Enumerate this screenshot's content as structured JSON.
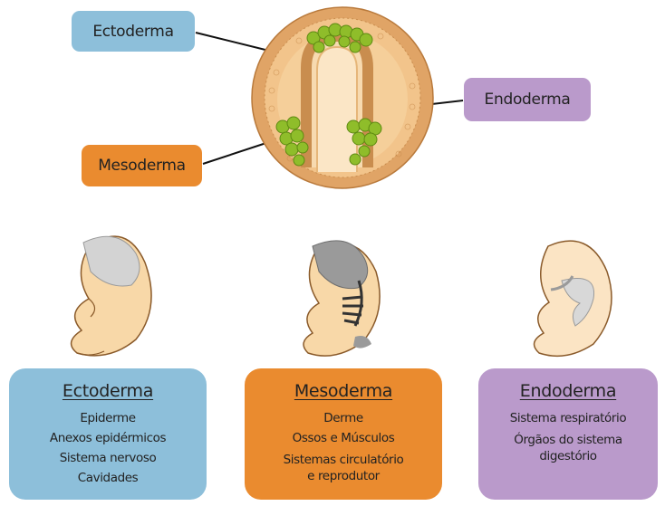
{
  "top_labels": {
    "ectoderm": "Ectoderma",
    "mesoderm": "Mesoderma",
    "endoderm": "Endoderma"
  },
  "cards": [
    {
      "title": "Ectoderma",
      "items": [
        "Epiderme",
        "Anexos epidérmicos",
        "Sistema nervoso",
        "Cavidades"
      ]
    },
    {
      "title": "Mesoderma",
      "items": [
        "Derme",
        "Ossos e Músculos",
        "Sistemas circulatório\ne reprodutor"
      ]
    },
    {
      "title": "Endoderma",
      "items": [
        "Sistema respiratório",
        "Órgãos do sistema\ndigestório"
      ]
    }
  ],
  "colors": {
    "ectoderm": "#8dbfda",
    "mesoderm": "#ea8b2f",
    "endoderm": "#ba9acb",
    "embryo_skin": "#f8d8a8",
    "gastrula": "#e0a466",
    "mesoderm_cells": "#8fbd2a"
  }
}
